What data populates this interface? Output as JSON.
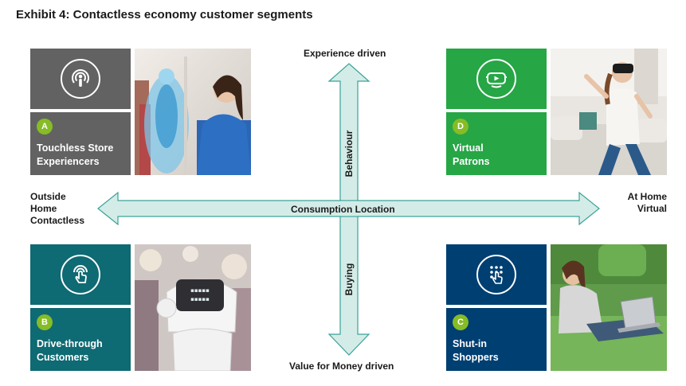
{
  "title": "Exhibit 4: Contactless economy customer segments",
  "axes": {
    "top": "Experience driven",
    "bottom": "Value for Money driven",
    "left_line1": "Outside",
    "left_line2": "Home",
    "left_line3": "Contactless",
    "right_line1": "At Home",
    "right_line2": "Virtual",
    "horizontal_arrow_label": "Consumption Location",
    "vertical_upper_label": "Behaviour",
    "vertical_lower_label": "Buying"
  },
  "segments": {
    "a": {
      "badge": "A",
      "line1": "Touchless Store",
      "line2": "Experiencers",
      "color": "#626262",
      "icon": "person-broadcast-icon"
    },
    "b": {
      "badge": "B",
      "line1": "Drive-through",
      "line2": "Customers",
      "color": "#0e6a73",
      "icon": "touch-hand-icon"
    },
    "c": {
      "badge": "C",
      "line1": "Shut-in",
      "line2": "Shoppers",
      "color": "#003f72",
      "icon": "keypad-tap-icon"
    },
    "d": {
      "badge": "D",
      "line1": "Virtual",
      "line2": "Patrons",
      "color": "#26a645",
      "icon": "vr-headset-icon"
    }
  },
  "colors": {
    "arrow_fill": "#d4ece7",
    "arrow_stroke": "#3aa29a",
    "badge": "#86bc25"
  }
}
